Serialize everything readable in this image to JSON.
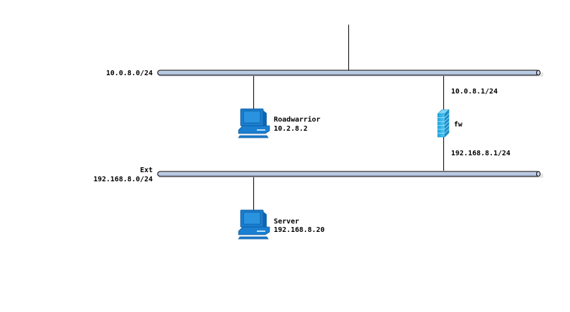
{
  "diagram": {
    "type": "network-topology",
    "networks": [
      {
        "id": "lan",
        "name": "",
        "subnet": "10.0.8.0/24"
      },
      {
        "id": "ext",
        "name": "Ext",
        "subnet": "192.168.8.0/24"
      }
    ],
    "nodes": [
      {
        "id": "roadwarrior",
        "kind": "workstation",
        "icon": "computer-icon",
        "name": "Roadwarrior",
        "address": "10.2.8.2",
        "connected_to": "lan"
      },
      {
        "id": "fw",
        "kind": "firewall",
        "icon": "firewall-icon",
        "name": "fw",
        "interfaces": [
          {
            "network": "lan",
            "address": "10.0.8.1/24"
          },
          {
            "network": "ext",
            "address": "192.168.8.1/24"
          }
        ]
      },
      {
        "id": "server",
        "kind": "workstation",
        "icon": "computer-icon",
        "name": "Server",
        "address": "192.168.8.20",
        "connected_to": "ext"
      }
    ],
    "links": [
      {
        "from": "uplink",
        "to": "lan"
      },
      {
        "from": "roadwarrior",
        "to": "lan"
      },
      {
        "from": "fw",
        "to": "lan"
      },
      {
        "from": "fw",
        "to": "ext"
      },
      {
        "from": "server",
        "to": "ext"
      }
    ],
    "colors": {
      "bus_fill": "#b8c8e0",
      "bus_stroke": "#000000",
      "computer_blue": "#1a7fd0",
      "firewall_blue": "#2ab4e8"
    }
  }
}
